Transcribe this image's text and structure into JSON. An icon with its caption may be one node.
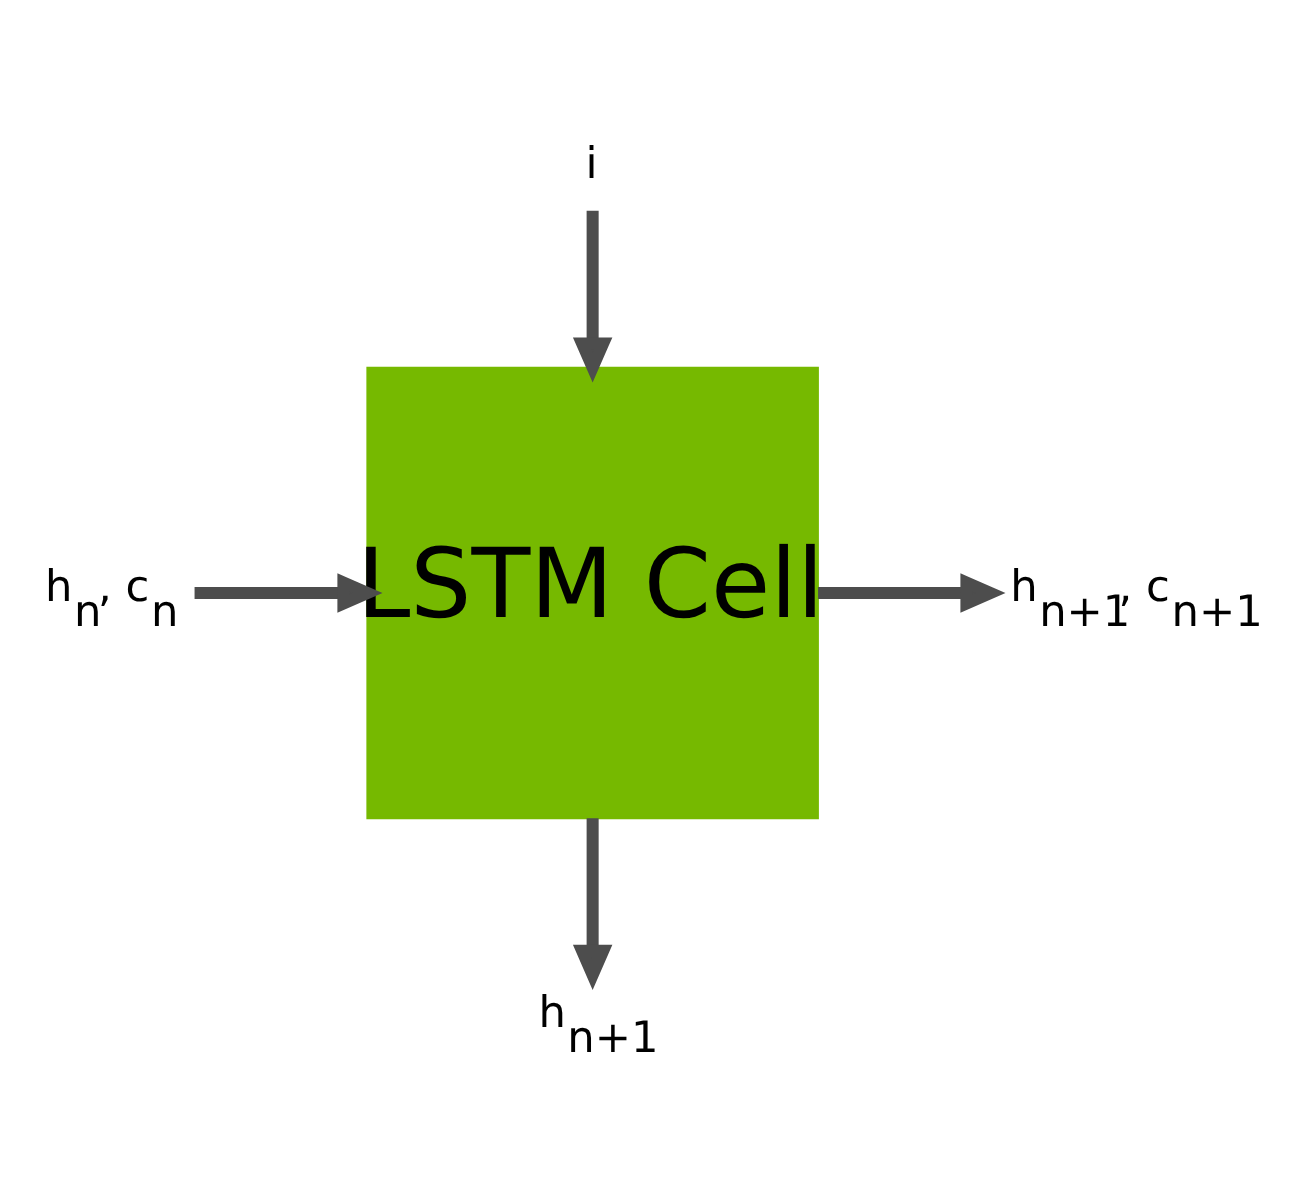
{
  "diagram": {
    "nodes": [
      {
        "text": [
          "LSTM Cell"
        ]
      },
      {
        "text": [
          "h$_{n+1}$"
        ]
      },
      {
        "text": [
          "h$_{n}$, c$_{n}$"
        ]
      },
      {
        "text": [
          "h$_{n+1}$, c$_{n+1}$"
        ]
      },
      {
        "text": [
          "i"
        ]
      }
    ],
    "edges": [
      {
        "from": 0,
        "to": 1,
        "arrow": "to"
      },
      {
        "from": 2,
        "to": 0,
        "arrow": "to"
      },
      {
        "from": 0,
        "to": 3,
        "arrow": "to"
      },
      {
        "from": 4,
        "to": 0,
        "arrow": "to"
      }
    ]
  }
}
